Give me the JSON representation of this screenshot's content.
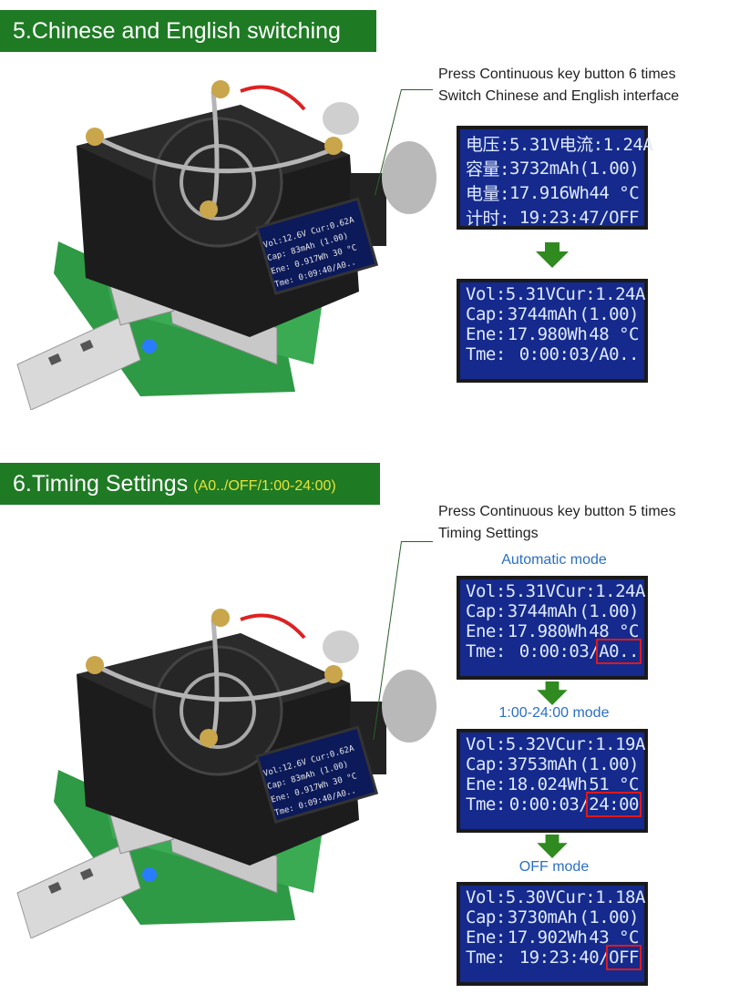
{
  "section5": {
    "title": "5.Chinese and English switching",
    "note_line1": "Press Continuous key button 6 times",
    "note_line2": "Switch Chinese and English interface",
    "cn_screen": {
      "r1_left": "电压:5.31V",
      "r1_right": "电流:1.24A",
      "r2_left": "容量:",
      "r2_mid": "3732mAh",
      "r2_right": "(1.00)",
      "r3_left": "电量:",
      "r3_mid": "17.916Wh",
      "r3_right": "44 °C",
      "r4_left": "计时:",
      "r4_right": "19:23:47/OFF"
    },
    "en_screen": {
      "r1_left": "Vol:5.31V",
      "r1_right": "Cur:1.24A",
      "r2_left": "Cap:",
      "r2_mid": "3744mAh",
      "r2_right": "(1.00)",
      "r3_left": "Ene:",
      "r3_mid": "17.980Wh",
      "r3_right": "48 °C",
      "r4_left": "Tme:",
      "r4_right": "0:00:03/A0.."
    }
  },
  "section6": {
    "title": "6.Timing Settings",
    "subtitle": "(A0../OFF/1:00-24:00)",
    "note_line1": "Press Continuous key button 5 times",
    "note_line2": "Timing Settings",
    "modes": [
      {
        "label": "Automatic mode",
        "r1_left": "Vol:5.31V",
        "r1_right": "Cur:1.24A",
        "r2_left": "Cap:",
        "r2_mid": "3744mAh",
        "r2_right": "(1.00)",
        "r3_left": "Ene:",
        "r3_mid": "17.980Wh",
        "r3_right": "48 °C",
        "r4_left": "Tme:",
        "r4_time": "0:00:03/",
        "r4_flag": "A0.."
      },
      {
        "label": "1:00-24:00 mode",
        "r1_left": "Vol:5.32V",
        "r1_right": "Cur:1.19A",
        "r2_left": "Cap:",
        "r2_mid": "3753mAh",
        "r2_right": "(1.00)",
        "r3_left": "Ene:",
        "r3_mid": "18.024Wh",
        "r3_right": "51 °C",
        "r4_left": "Tme:",
        "r4_time": "0:00:03/",
        "r4_flag": "24:00"
      },
      {
        "label": "OFF mode",
        "r1_left": "Vol:5.30V",
        "r1_right": "Cur:1.18A",
        "r2_left": "Cap:",
        "r2_mid": "3730mAh",
        "r2_right": "(1.00)",
        "r3_left": "Ene:",
        "r3_mid": "17.902Wh",
        "r3_right": "43 °C",
        "r4_left": "Tme:",
        "r4_time": "19:23:40/",
        "r4_flag": "OFF"
      }
    ]
  },
  "device_screen": {
    "l1": "Vol:12.6V Cur:0.62A",
    "l2": "Cap: 83mAh (1.00)",
    "l3": "Ene: 0.917Wh 30 °C",
    "l4": "Tme: 0:09:40/A0.."
  },
  "colors": {
    "banner": "#1f7a24",
    "subtitle": "#e8e337",
    "lcd": "#152a8c",
    "mode_label": "#2a6fc4",
    "highlight": "#e01818",
    "arrow": "#2f8a1f"
  }
}
